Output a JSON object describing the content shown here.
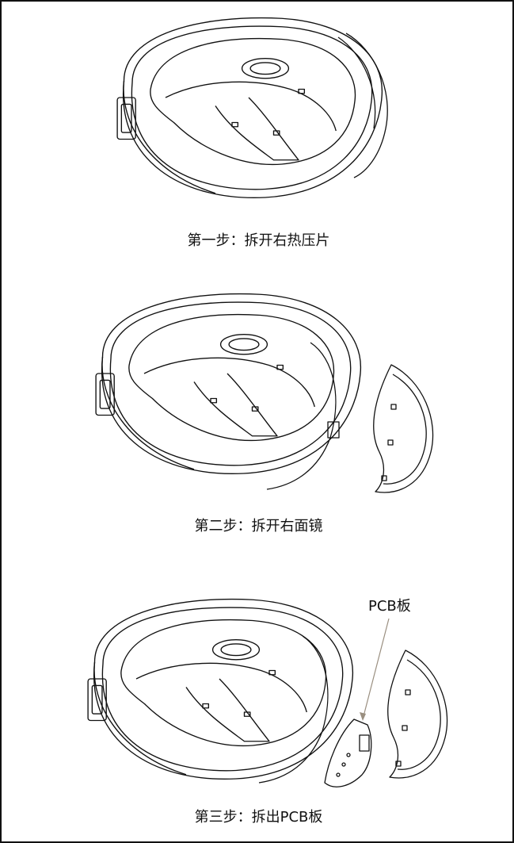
{
  "steps": [
    {
      "caption": "第一步：拆开右热压片"
    },
    {
      "caption": "第二步：拆开右面镜"
    },
    {
      "caption": "第三步：拆出PCB板"
    }
  ],
  "callout": {
    "label": "PCB板",
    "arrow_color": "#9a8f80"
  }
}
